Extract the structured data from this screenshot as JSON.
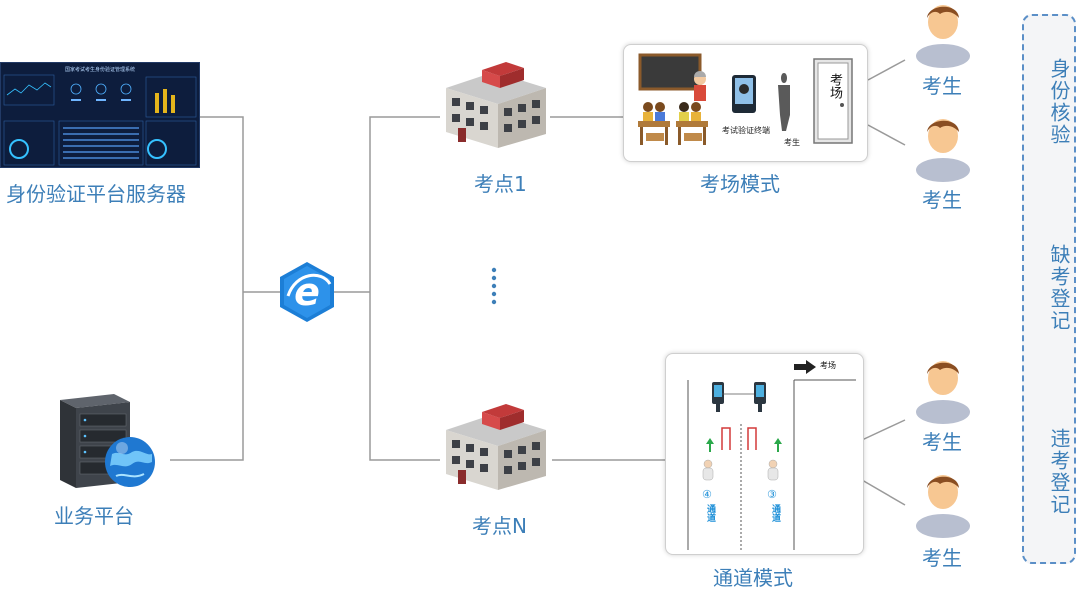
{
  "server": {
    "label": "身份验证平台服务器",
    "dashboard_title": "国家考试考生身份验证管理系统"
  },
  "business": {
    "label": "业务平台"
  },
  "site1": {
    "label": "考点1"
  },
  "siteN": {
    "label": "考点N"
  },
  "exam_mode": {
    "label": "考场模式",
    "terminal_label": "考试验证终端",
    "candidate_label": "考生",
    "door_sign": "考场"
  },
  "channel_mode": {
    "label": "通道模式",
    "arrow_label": "考场",
    "channel4_num": "④",
    "channel4_text": "通道",
    "channel3_num": "③",
    "channel3_text": "通道"
  },
  "candidates": [
    "考生",
    "考生",
    "考生",
    "考生"
  ],
  "sidebar": {
    "items": [
      "身份核验",
      "缺考登记",
      "违考登记"
    ]
  },
  "colors": {
    "label_blue": "#3d7fb8",
    "line_gray": "#9a9a9a",
    "dashed_border": "#5b8fc7"
  }
}
